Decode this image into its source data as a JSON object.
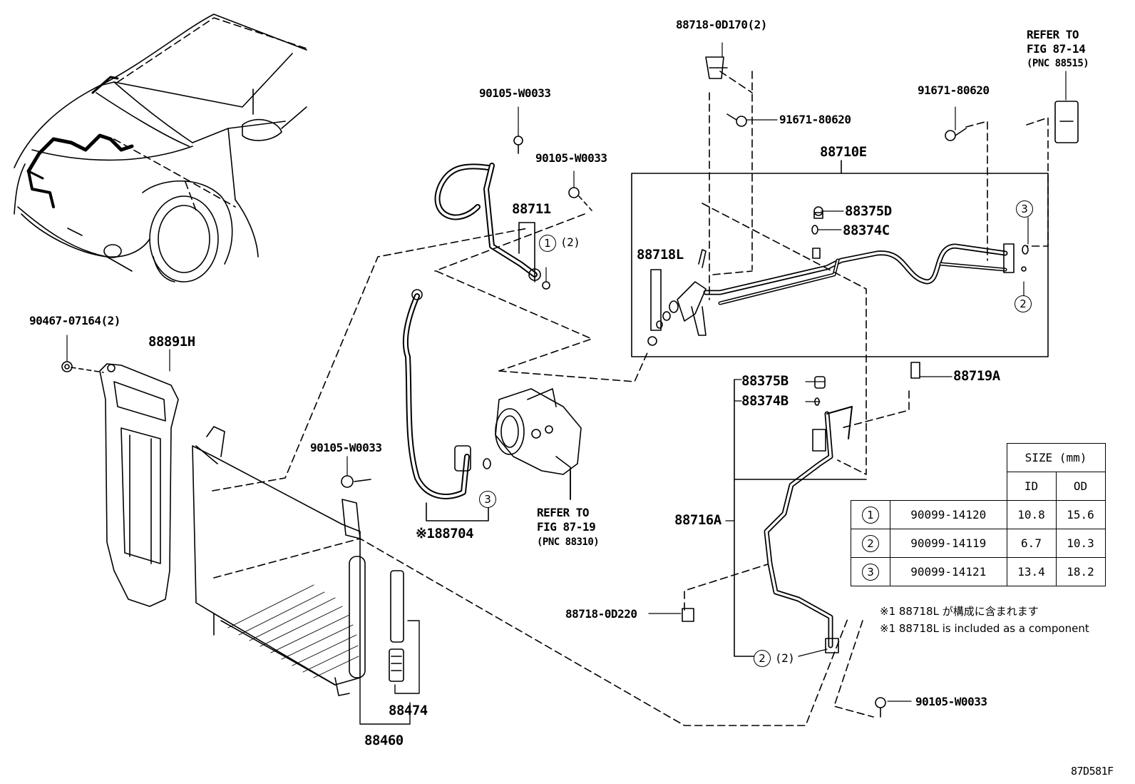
{
  "labels": {
    "p_88718_0d170": "88718-0D170(2)",
    "p_91671_top": "91671-80620",
    "p_91671_right": "91671-80620",
    "refer_top": [
      "REFER TO",
      "FIG 87-14",
      "(PNC 88515)"
    ],
    "p_90105_a": "90105-W0033",
    "p_90105_b": "90105-W0033",
    "p_90105_c": "90105-W0033",
    "p_90105_d": "90105-W0033",
    "p_88711": "88711",
    "p_88711_qty": "(2)",
    "p_88710e": "88710E",
    "p_88375d": "88375D",
    "p_88374c": "88374C",
    "p_88718l": "88718L",
    "p_90467": "90467-07164(2)",
    "p_88891h": "88891H",
    "p_88719a": "88719A",
    "p_88375b": "88375B",
    "p_88374b": "88374B",
    "p_88716a": "88716A",
    "p_88704": "※188704",
    "refer_comp": [
      "REFER TO",
      "FIG 87-19",
      "(PNC 88310)"
    ],
    "p_88718_0d220": "88718-0D220",
    "p_88474": "88474",
    "p_88460": "88460",
    "p_lower_qty": "(2)",
    "footer_code": "87D581F"
  },
  "ring_callouts": {
    "one": "1",
    "two": "2",
    "three": "3"
  },
  "notes": {
    "jp": "※1 88718L が構成に含まれます",
    "en": "※1 88718L is included as a component"
  },
  "size_table": {
    "header": "SIZE (mm)",
    "col_id": "ID",
    "col_od": "OD",
    "rows": [
      {
        "ref": "1",
        "part": "90099-14120",
        "id": "10.8",
        "od": "15.6"
      },
      {
        "ref": "2",
        "part": "90099-14119",
        "id": "6.7",
        "od": "10.3"
      },
      {
        "ref": "3",
        "part": "90099-14121",
        "id": "13.4",
        "od": "18.2"
      }
    ]
  }
}
